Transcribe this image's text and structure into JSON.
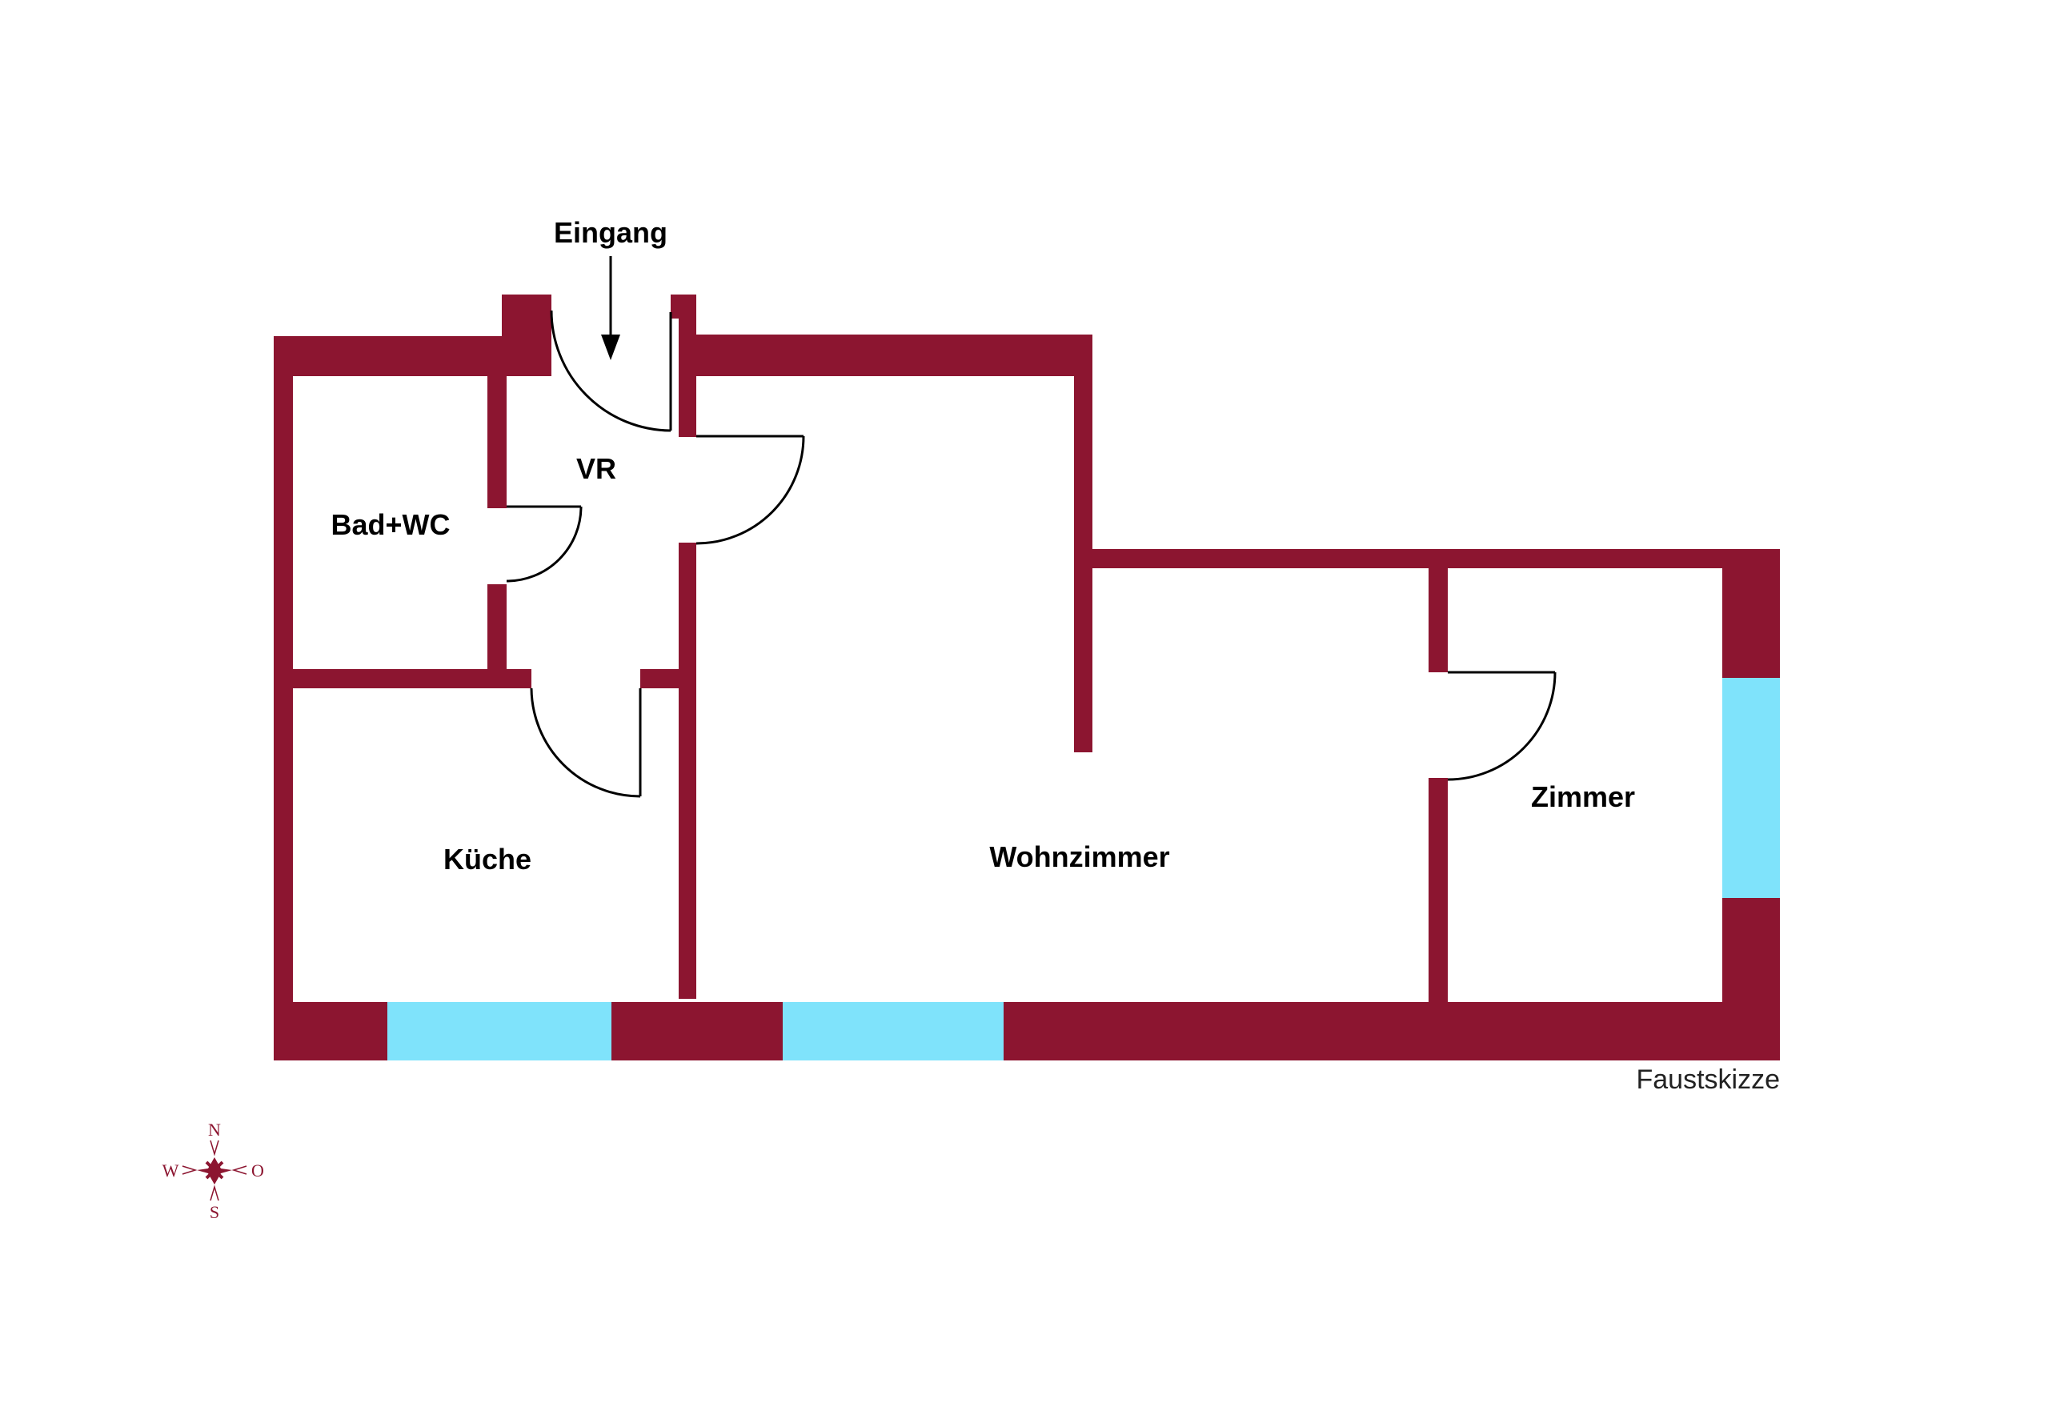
{
  "rooms": {
    "vr": "VR",
    "bad_wc": "Bad+WC",
    "kueche": "Küche",
    "wohnzimmer": "Wohnzimmer",
    "zimmer": "Zimmer"
  },
  "entrance_label": "Eingang",
  "note": "Faustskizze",
  "compass": {
    "north": "N",
    "south": "S",
    "west": "W",
    "east": "O"
  },
  "colors": {
    "wall": "#8c1530",
    "window": "#7fe3fb",
    "door_line": "#000000"
  }
}
